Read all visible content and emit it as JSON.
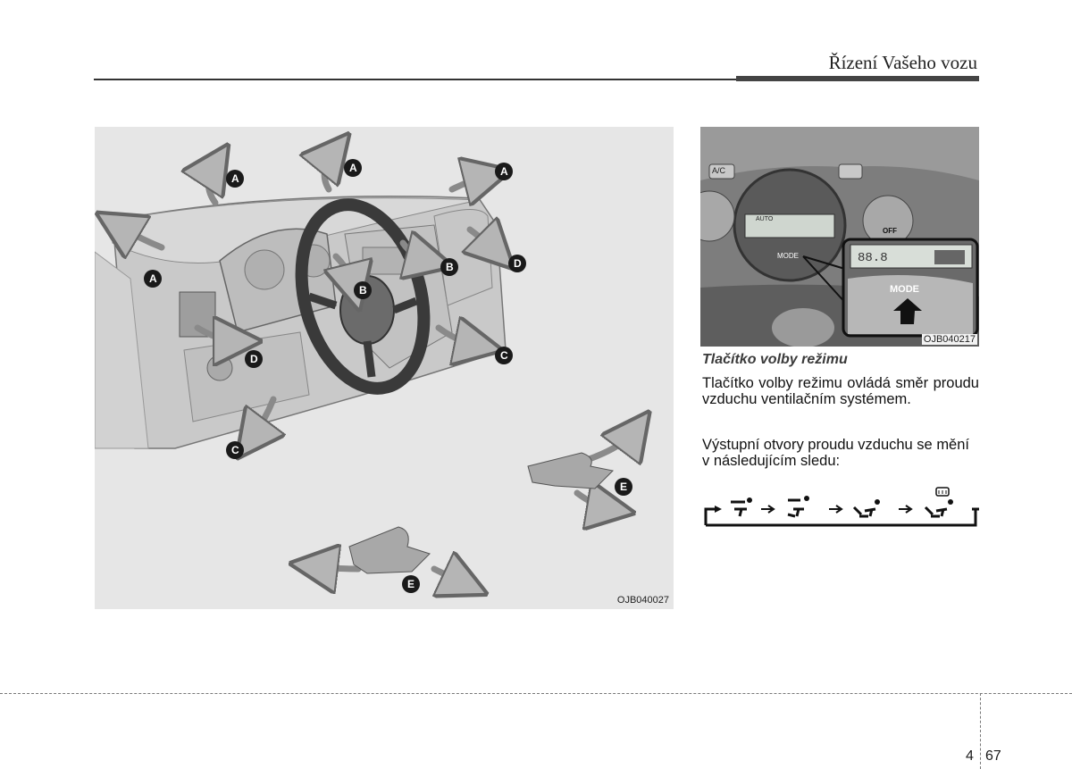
{
  "header": {
    "title": "Řízení Vašeho vozu"
  },
  "figures": {
    "main": {
      "code": "OJB040027",
      "labels": {
        "A": "A",
        "B": "B",
        "C": "C",
        "D": "D",
        "E": "E"
      }
    },
    "mode_panel": {
      "code": "OJB040217",
      "button_ac": "A/C",
      "mode_label": "MODE",
      "display_temp": "88.8",
      "auto_label": "AUTO",
      "off_label": "OFF"
    }
  },
  "content": {
    "caption": "Tlačítko volby režimu",
    "paragraph1": "Tlačítko volby režimu ovládá směr proudu vzduchu ventilačním systémem.",
    "paragraph2": "Výstupní otvory proudu vzduchu se mění v následujícím sledu:",
    "sequence_icons": [
      "face-vent-icon",
      "bi-level-icon",
      "floor-icon",
      "floor-defrost-icon"
    ]
  },
  "footer": {
    "section": "4",
    "page": "67"
  }
}
